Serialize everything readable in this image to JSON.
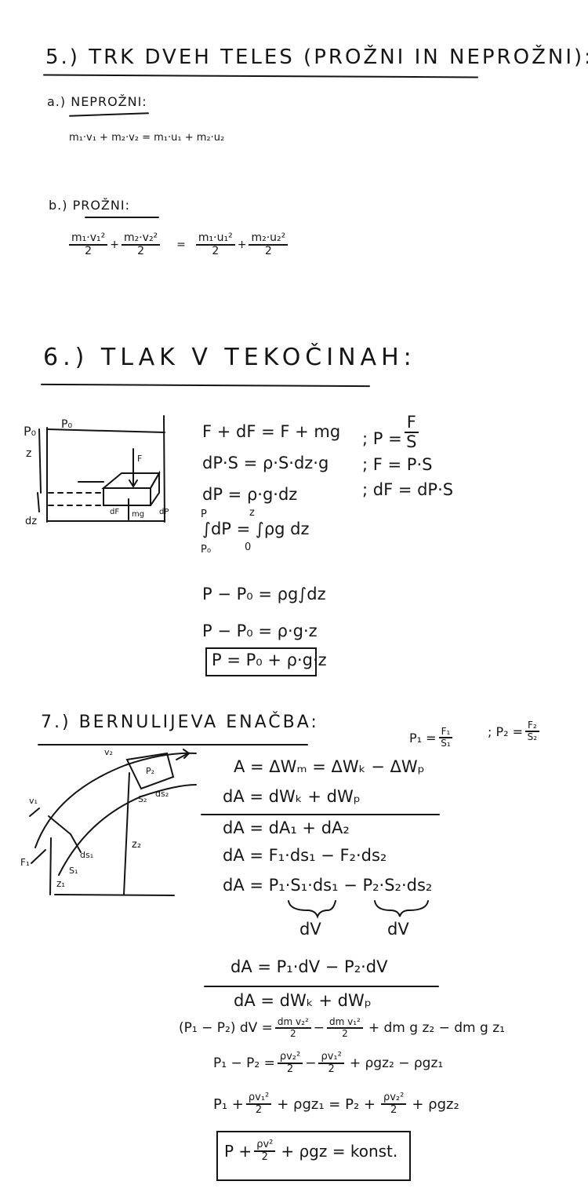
{
  "section5": {
    "title": "5.) TRK DVEH TELES (PROŽNI IN NEPROŽNI):",
    "part_a": {
      "label": "a.) NEPROŽNI:",
      "equation": "m₁·v₁ + m₂·v₂ = m₁·u₁ + m₂·u₂"
    },
    "part_b": {
      "label": "b.) PROŽNI:",
      "terms": [
        {
          "num": "m₁·v₁²",
          "den": "2"
        },
        {
          "num": "m₂·v₂²",
          "den": "2"
        },
        {
          "num": "m₁·u₁²",
          "den": "2"
        },
        {
          "num": "m₂·u₂²",
          "den": "2"
        }
      ],
      "plus": "+",
      "equals": "="
    }
  },
  "section6": {
    "title": "6.) TLAK V TEKOČINAH:",
    "diagram": {
      "labels": {
        "p0": "P₀",
        "z": "z",
        "dz": "dz",
        "F": "F",
        "dF": "dF",
        "mg": "mg",
        "dp": "dP"
      }
    },
    "equations": [
      "F + dF = F + mg",
      "dP·S = ρ·S·dz·g",
      "dP = ρ·g·dz",
      "∫dP = ∫ρg dz",
      "P − P₀ = ρg∫dz",
      "P − P₀ = ρ·g·z"
    ],
    "integral_limits": {
      "p_upper": "P",
      "p_lower": "P₀",
      "z_upper": "z",
      "z_lower": "0"
    },
    "side_notes": [
      {
        "prefix": "; P =",
        "num": "F",
        "den": "S"
      },
      {
        "text": "; F = P·S"
      },
      {
        "text": "; dF = dP·S"
      }
    ],
    "result": "P = P₀ + ρ·g·z"
  },
  "section7": {
    "title": "7.) BERNULIJEVA ENAČBA:",
    "defs": [
      {
        "lhs": "P₁ =",
        "num": "F₁",
        "den": "S₁"
      },
      {
        "lhs": "; P₂ =",
        "num": "F₂",
        "den": "S₂"
      }
    ],
    "diagram": {
      "labels": {
        "v1": "v₁",
        "v2": "v₂",
        "F1": "F₁",
        "S1": "S₁",
        "S2": "S₂",
        "ds1": "ds₁",
        "ds2": "ds₂",
        "P2": "P₂",
        "z1": "z₁",
        "z2": "z₂"
      }
    },
    "equations": [
      "A = ΔWₘ = ΔWₖ − ΔWₚ",
      "dA = dWₖ + dWₚ",
      "dA = dA₁ + dA₂",
      "dA = F₁·ds₁ − F₂·ds₂",
      "dA = P₁·S₁·ds₁ − P₂·S₂·ds₂"
    ],
    "brace_labels": [
      "dV",
      "dV"
    ],
    "eq_dv": "dA = P₁·dV − P₂·dV",
    "eq_work": "dA = dWₖ + dWₚ",
    "eq_energy": {
      "lhs": "(P₁ − P₂) dV =",
      "t1": {
        "num": "dm v₂²",
        "den": "2"
      },
      "minus": "−",
      "t2": {
        "num": "dm v₁²",
        "den": "2"
      },
      "rest": "+ dm g z₂ − dm g z₁"
    },
    "eq_pressure": {
      "lhs": "P₁ − P₂ =",
      "t1": {
        "num": "ρv₂²",
        "den": "2"
      },
      "minus": "−",
      "t2": {
        "num": "ρv₁²",
        "den": "2"
      },
      "rest": "+ ρgz₂ − ρgz₁"
    },
    "eq_balance": {
      "lhs": "P₁ +",
      "t1": {
        "num": "ρv₁²",
        "den": "2"
      },
      "mid": "+ ρgz₁ = P₂ +",
      "t2": {
        "num": "ρv₂²",
        "den": "2"
      },
      "rest": "+ ρgz₂"
    },
    "result": {
      "lhs": "P +",
      "t": {
        "num": "ρv²",
        "den": "2"
      },
      "rest": "+ ρgz = konst."
    }
  }
}
